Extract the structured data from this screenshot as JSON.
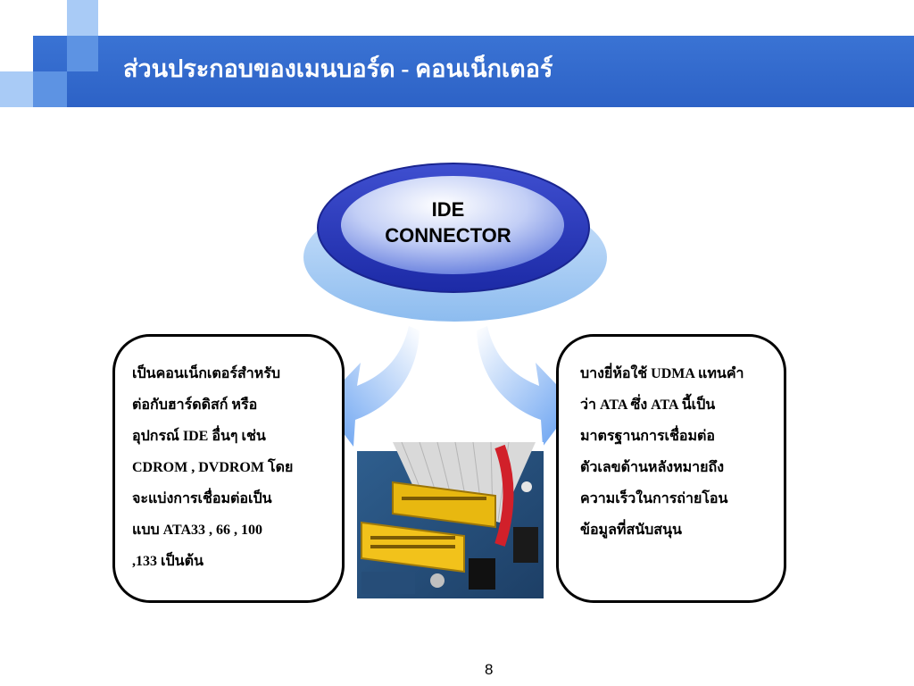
{
  "slide": {
    "title": "ส่วนประกอบของเมนบอร์ด - คอนเน็กเตอร์",
    "center_label": [
      "IDE",
      "CONNECTOR"
    ],
    "left_box_lines": [
      "เป็นคอนเน็กเตอร์สำหรับ",
      "ต่อกับฮาร์ดดิสก์ หรือ",
      "อุปกรณ์ IDE อื่นๆ  เช่น",
      "CDROM , DVDROM โดย",
      "จะแบ่งการเชื่อมต่อเป็น",
      "แบบ ATA33 , 66 , 100",
      ",133 เป็นต้น"
    ],
    "right_box_lines": [
      "บางยี่ห้อใช้ UDMA แทนคำ",
      "ว่า ATA  ซึ่ง ATA นี้เป็น",
      "มาตรฐานการเชื่อมต่อ",
      "ตัวเลขด้านหลังหมายถึง",
      "ความเร็วในการถ่ายโอน",
      "ข้อมูลที่สนับสนุน"
    ],
    "page_number": "8"
  },
  "colors": {
    "title_bar": "#3468cc",
    "ellipse_outer": "#2233bb",
    "ellipse_base": "#a9cff5",
    "arrow": "#6aa6f2"
  }
}
